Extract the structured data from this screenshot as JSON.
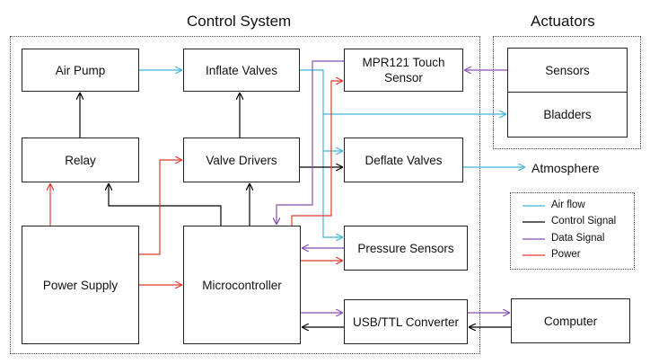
{
  "titles": {
    "control_system": "Control System",
    "actuators": "Actuators"
  },
  "blocks": {
    "air_pump": "Air Pump",
    "inflate_valves": "Inflate Valves",
    "touch_sensor": "MPR121 Touch Sensor",
    "relay": "Relay",
    "valve_drivers": "Valve Drivers",
    "deflate_valves": "Deflate Valves",
    "power_supply": "Power Supply",
    "microcontroller": "Microcontroller",
    "pressure_sensors": "Pressure Sensors",
    "usb_converter": "USB/TTL Converter",
    "sensors": "Sensors",
    "bladders": "Bladders",
    "computer": "Computer"
  },
  "atmosphere_label": "Atmosphere",
  "legend": {
    "items": [
      {
        "label": "Air flow",
        "color": "#3fb3d9"
      },
      {
        "label": "Control Signal",
        "color": "#000000"
      },
      {
        "label": "Data Signal",
        "color": "#8a4fb5"
      },
      {
        "label": "Power",
        "color": "#e03a2f"
      }
    ]
  },
  "colors": {
    "air": "#3fb3d9",
    "control": "#000000",
    "data": "#8a4fb5",
    "power": "#e03a2f"
  }
}
